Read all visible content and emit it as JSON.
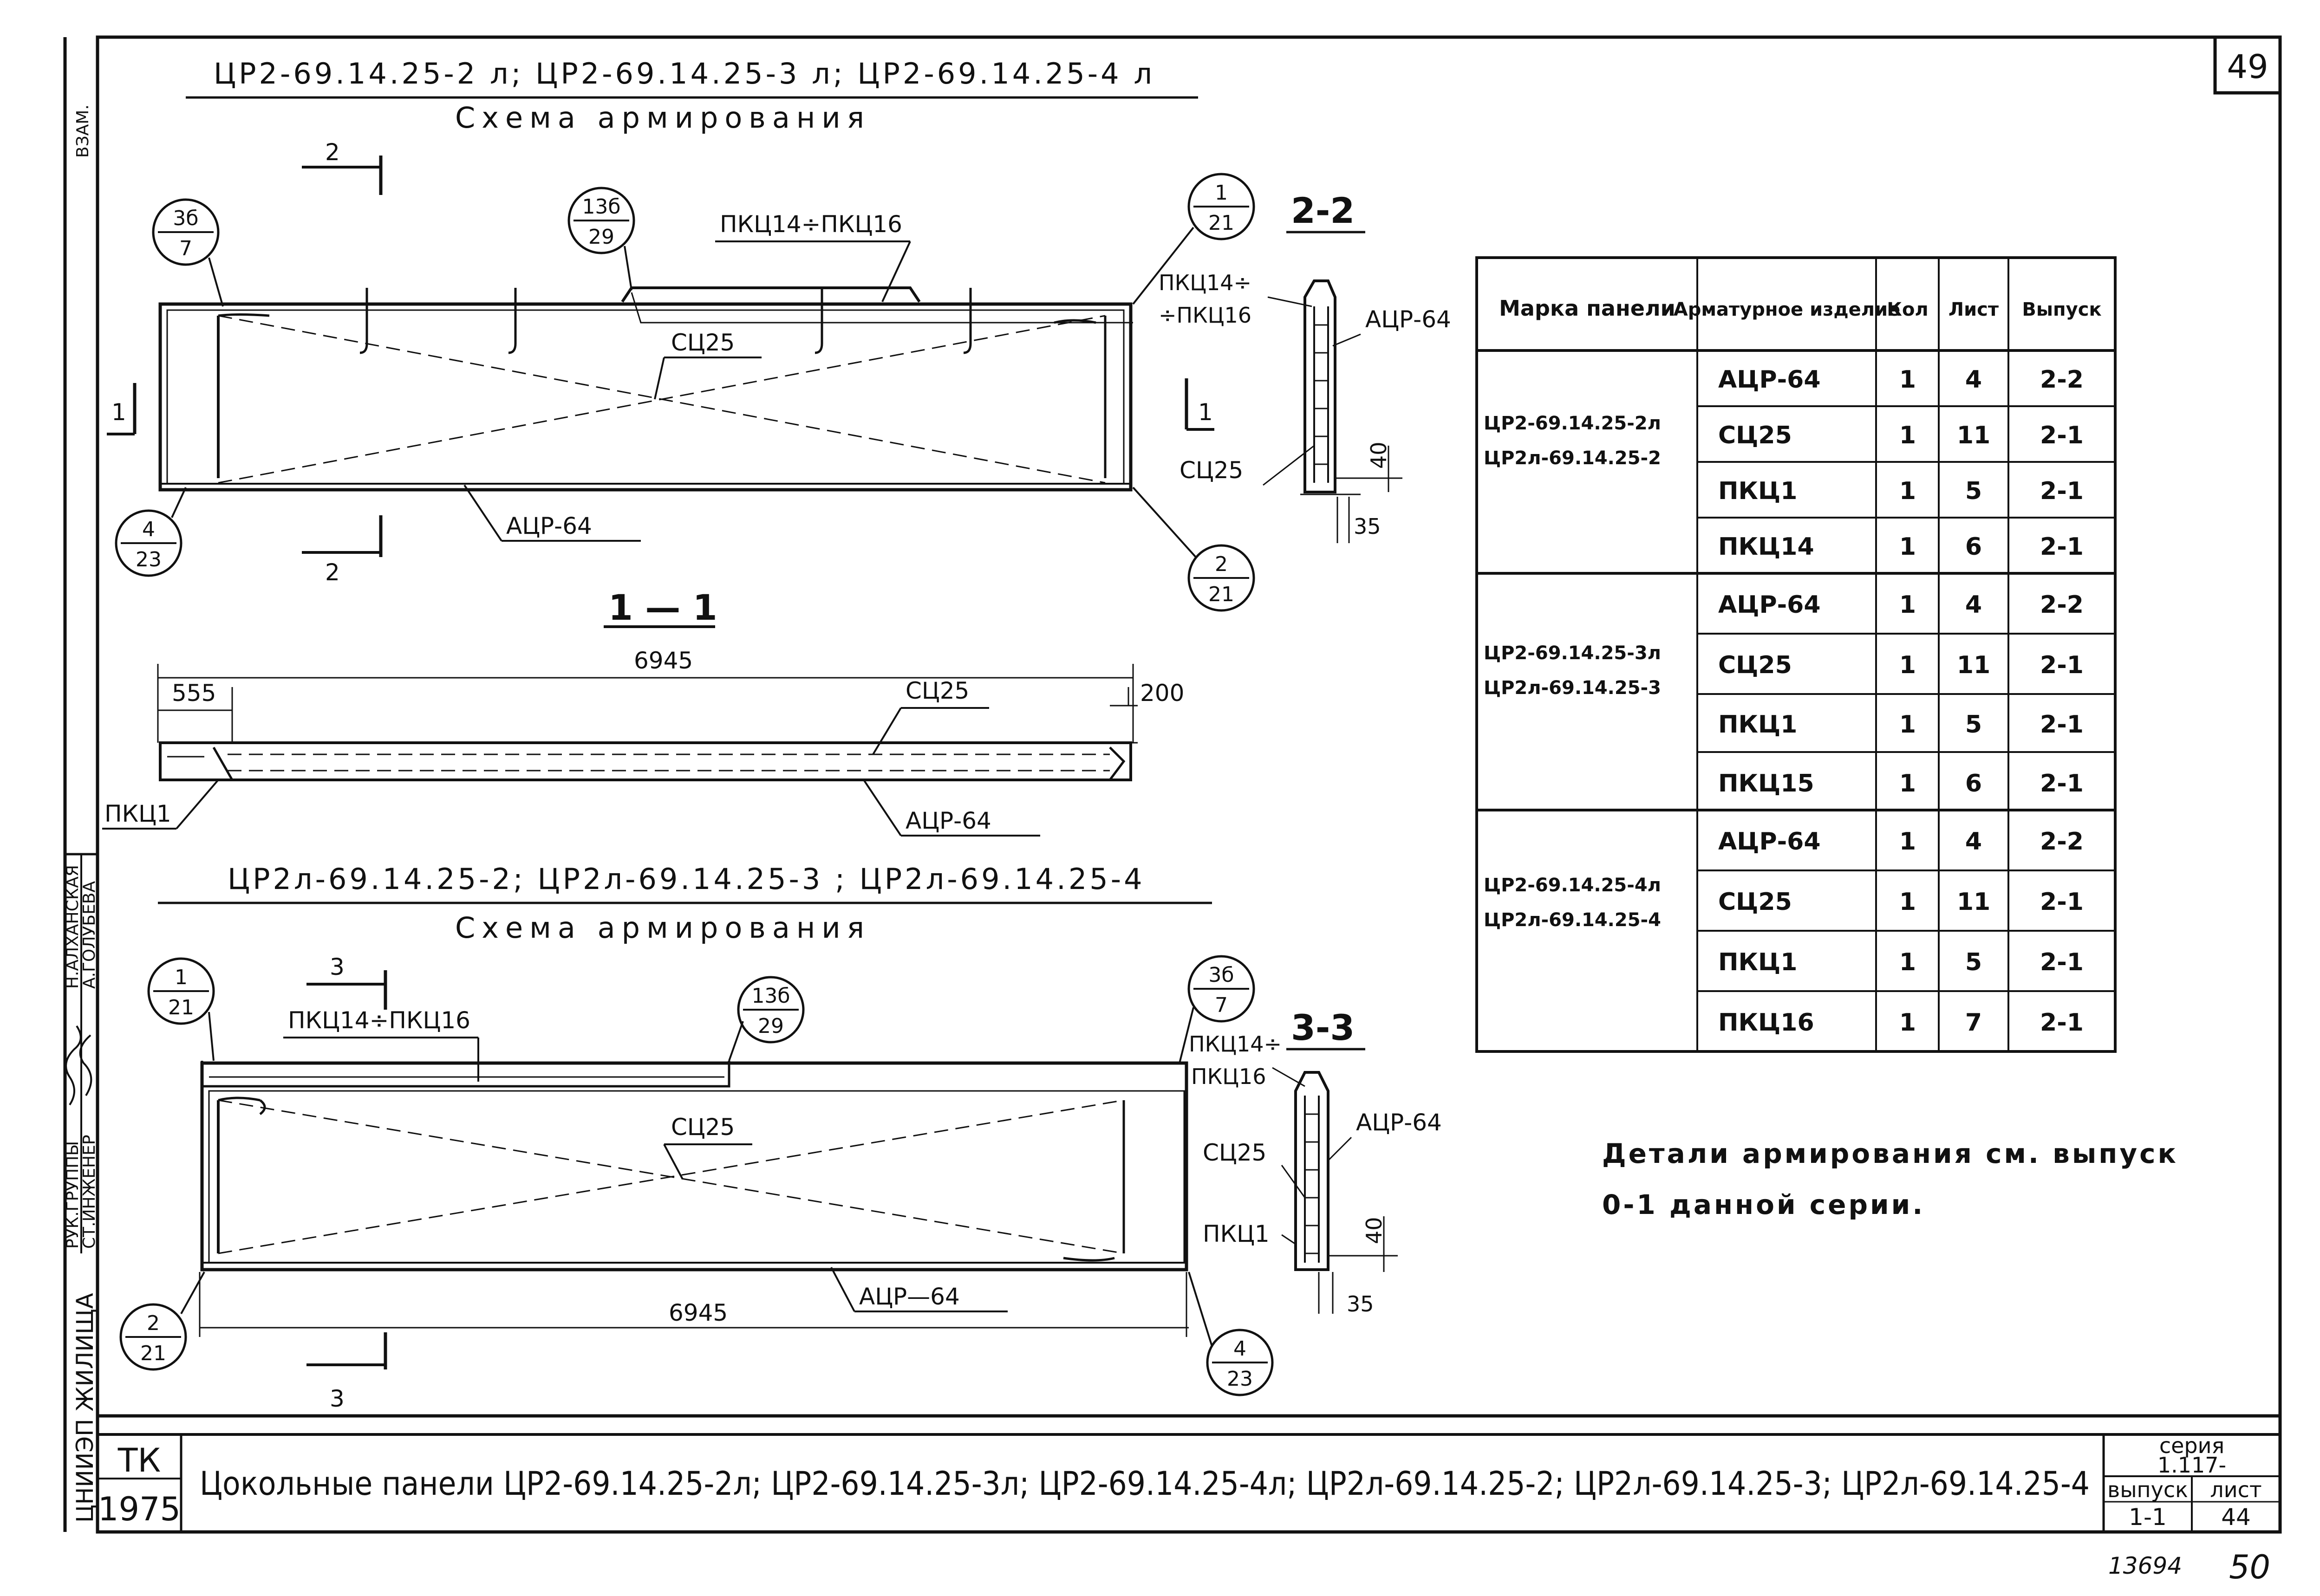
{
  "page_number": "49",
  "top": {
    "title": "ЦР2-69.14.25-2 л;  ЦР2-69.14.25-3 л; ЦР2-69.14.25-4 л",
    "subtitle": "Схема армирования",
    "sec_2_top": "2",
    "sec_2_bot": "2",
    "sec_1_left": "1",
    "sec_1_right": "1",
    "c1_num": "3б",
    "c1_den": "7",
    "c2_num": "13б",
    "c2_den": "29",
    "c3_num": "1",
    "c3_den": "21",
    "c4_num": "4",
    "c4_den": "23",
    "c5_num": "2",
    "c5_den": "21",
    "pkc_range": "ПКЦ14÷ПКЦ16",
    "sc25": "СЦ25",
    "acr64": "АЦР-64",
    "section_label": "2-2",
    "section_pkc_a": "ПКЦ14÷",
    "section_pkc_b": "÷ПКЦ16",
    "section_acr": "АЦР-64",
    "section_sc": "СЦ25",
    "dim_40": "40",
    "dim_35": "35"
  },
  "mid": {
    "section_label": "1 — 1",
    "dim_total": "6945",
    "dim_555": "555",
    "dim_200": "200",
    "sc25": "СЦ25",
    "pkc1": "ПКЦ1",
    "acr64": "АЦР-64"
  },
  "bottom": {
    "title": "ЦР2л-69.14.25-2; ЦР2л-69.14.25-3 ; ЦР2л-69.14.25-4",
    "subtitle": "Схема армирования",
    "sec_3_top": "3",
    "sec_3_bot": "3",
    "c1_num": "1",
    "c1_den": "21",
    "c2_num": "13б",
    "c2_den": "29",
    "c3_num": "3б",
    "c3_den": "7",
    "c4_num": "2",
    "c4_den": "21",
    "c5_num": "4",
    "c5_den": "23",
    "pkc_range": "ПКЦ14÷ПКЦ16",
    "sc25": "СЦ25",
    "acr64": "АЦР—64",
    "dim_total": "6945",
    "section_label": "3-3",
    "section_pkc_a": "ПКЦ14÷",
    "section_pkc_b": "ПКЦ16",
    "section_acr": "АЦР-64",
    "section_sc": "СЦ25",
    "section_pkc1": "ПКЦ1",
    "dim_40": "40",
    "dim_35": "35"
  },
  "table": {
    "headers": [
      "Марка панели",
      "Арматурное изделие",
      "Кол",
      "Лист",
      "Выпуск"
    ],
    "groups": [
      {
        "marks": [
          "ЦР2-69.14.25-2л",
          "ЦР2л-69.14.25-2"
        ],
        "rows": [
          [
            "АЦР-64",
            "1",
            "4",
            "2-2"
          ],
          [
            "СЦ25",
            "1",
            "11",
            "2-1"
          ],
          [
            "ПКЦ1",
            "1",
            "5",
            "2-1"
          ],
          [
            "ПКЦ14",
            "1",
            "6",
            "2-1"
          ]
        ]
      },
      {
        "marks": [
          "ЦР2-69.14.25-3л",
          "ЦР2л-69.14.25-3"
        ],
        "rows": [
          [
            "АЦР-64",
            "1",
            "4",
            "2-2"
          ],
          [
            "СЦ25",
            "1",
            "11",
            "2-1"
          ],
          [
            "ПКЦ1",
            "1",
            "5",
            "2-1"
          ],
          [
            "ПКЦ15",
            "1",
            "6",
            "2-1"
          ]
        ]
      },
      {
        "marks": [
          "ЦР2-69.14.25-4л",
          "ЦР2л-69.14.25-4"
        ],
        "rows": [
          [
            "АЦР-64",
            "1",
            "4",
            "2-2"
          ],
          [
            "СЦ25",
            "1",
            "11",
            "2-1"
          ],
          [
            "ПКЦ1",
            "1",
            "5",
            "2-1"
          ],
          [
            "ПКЦ16",
            "1",
            "7",
            "2-1"
          ]
        ]
      }
    ]
  },
  "note": [
    "Детали армирования см. выпуск",
    "0-1   данной   серии."
  ],
  "title_block": {
    "org": "ТК",
    "year": "1975",
    "description": "Цокольные панели ЦР2-69.14.25-2л; ЦР2-69.14.25-3л; ЦР2-69.14.25-4л; ЦР2л-69.14.25-2; ЦР2л-69.14.25-3; ЦР2л-69.14.25-4",
    "series_label": "серия",
    "series_value": "1.117-",
    "issue_label": "выпуск",
    "issue_value": "1-1",
    "sheet_label": "лист",
    "sheet_value": "44"
  },
  "side_margin": {
    "org": "ЦНИИЭП ЖИЛИЩА",
    "role1": "РУК.ГРУППЫ",
    "role2": "СТ.ИНЖЕНЕР",
    "name1": "Н.АЛХАНСКАЯ",
    "name2": "А.ГОЛУБЕВА",
    "stamp": "ВЗАМ."
  },
  "bottom_codes": [
    "13694",
    "50"
  ]
}
